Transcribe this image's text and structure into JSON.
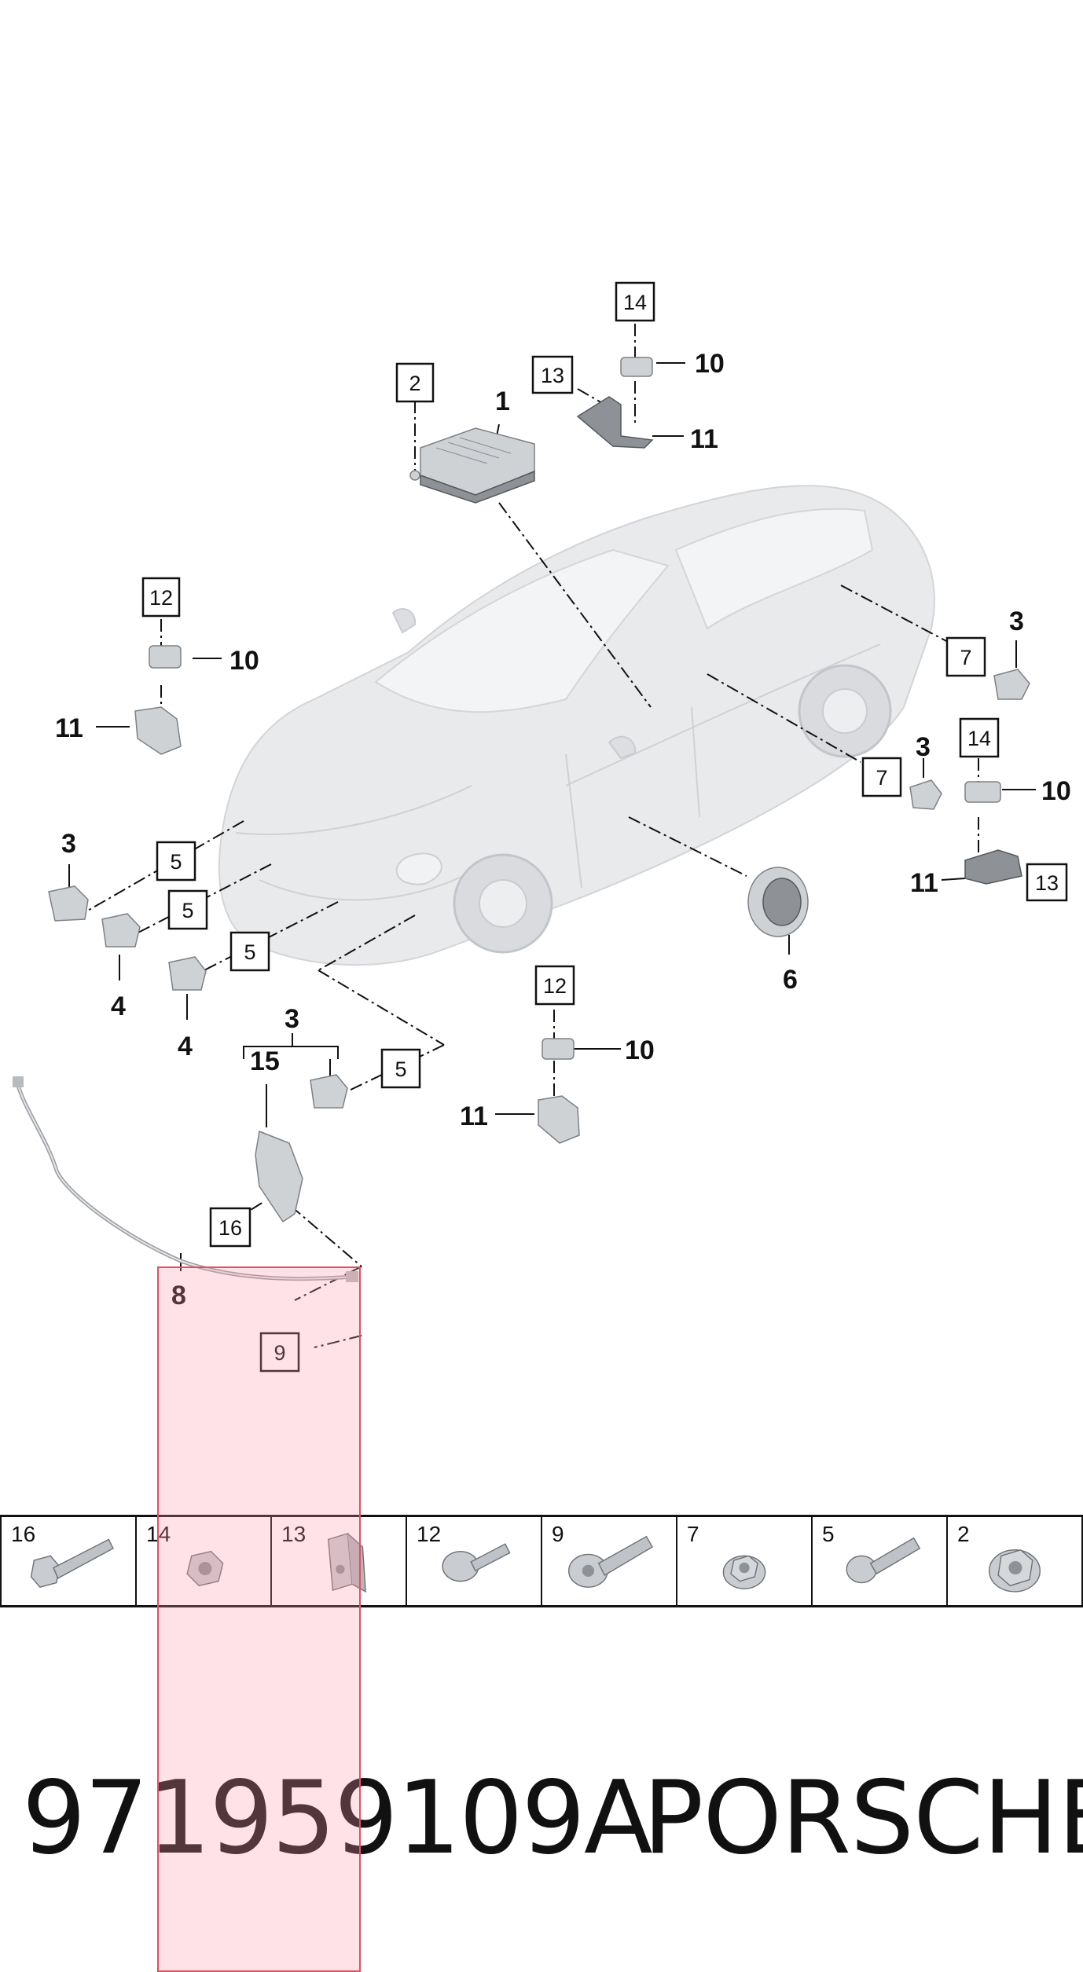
{
  "callouts": {
    "c1": "1",
    "c2": "2",
    "c3a": "3",
    "c3b": "3",
    "c3c": "3",
    "c3d": "3",
    "c4a": "4",
    "c4b": "4",
    "c5a": "5",
    "c5b": "5",
    "c5c": "5",
    "c5d": "5",
    "c6": "6",
    "c7a": "7",
    "c7b": "7",
    "c8": "8",
    "c9": "9",
    "c10a": "10",
    "c10b": "10",
    "c10c": "10",
    "c10d": "10",
    "c11a": "11",
    "c11b": "11",
    "c11c": "11",
    "c11d": "11",
    "c12a": "12",
    "c12b": "12",
    "c13a": "13",
    "c13b": "13",
    "c14a": "14",
    "c14b": "14",
    "c15": "15",
    "c16": "16"
  },
  "fasteners": [
    {
      "number": "16",
      "icon": "hex-bolt-icon"
    },
    {
      "number": "14",
      "icon": "hex-nut-icon"
    },
    {
      "number": "13",
      "icon": "clip-nut-icon"
    },
    {
      "number": "12",
      "icon": "pan-head-screw-icon"
    },
    {
      "number": "9",
      "icon": "flange-bolt-icon"
    },
    {
      "number": "7",
      "icon": "flange-nut-icon"
    },
    {
      "number": "5",
      "icon": "torx-bolt-icon"
    },
    {
      "number": "2",
      "icon": "large-flange-nut-icon"
    }
  ],
  "footer": {
    "part_number": "971959109A",
    "brand": "PORSCHE"
  },
  "colors": {
    "highlight": "#ff96aa",
    "line": "#111111",
    "part": "#cfd2d5"
  }
}
